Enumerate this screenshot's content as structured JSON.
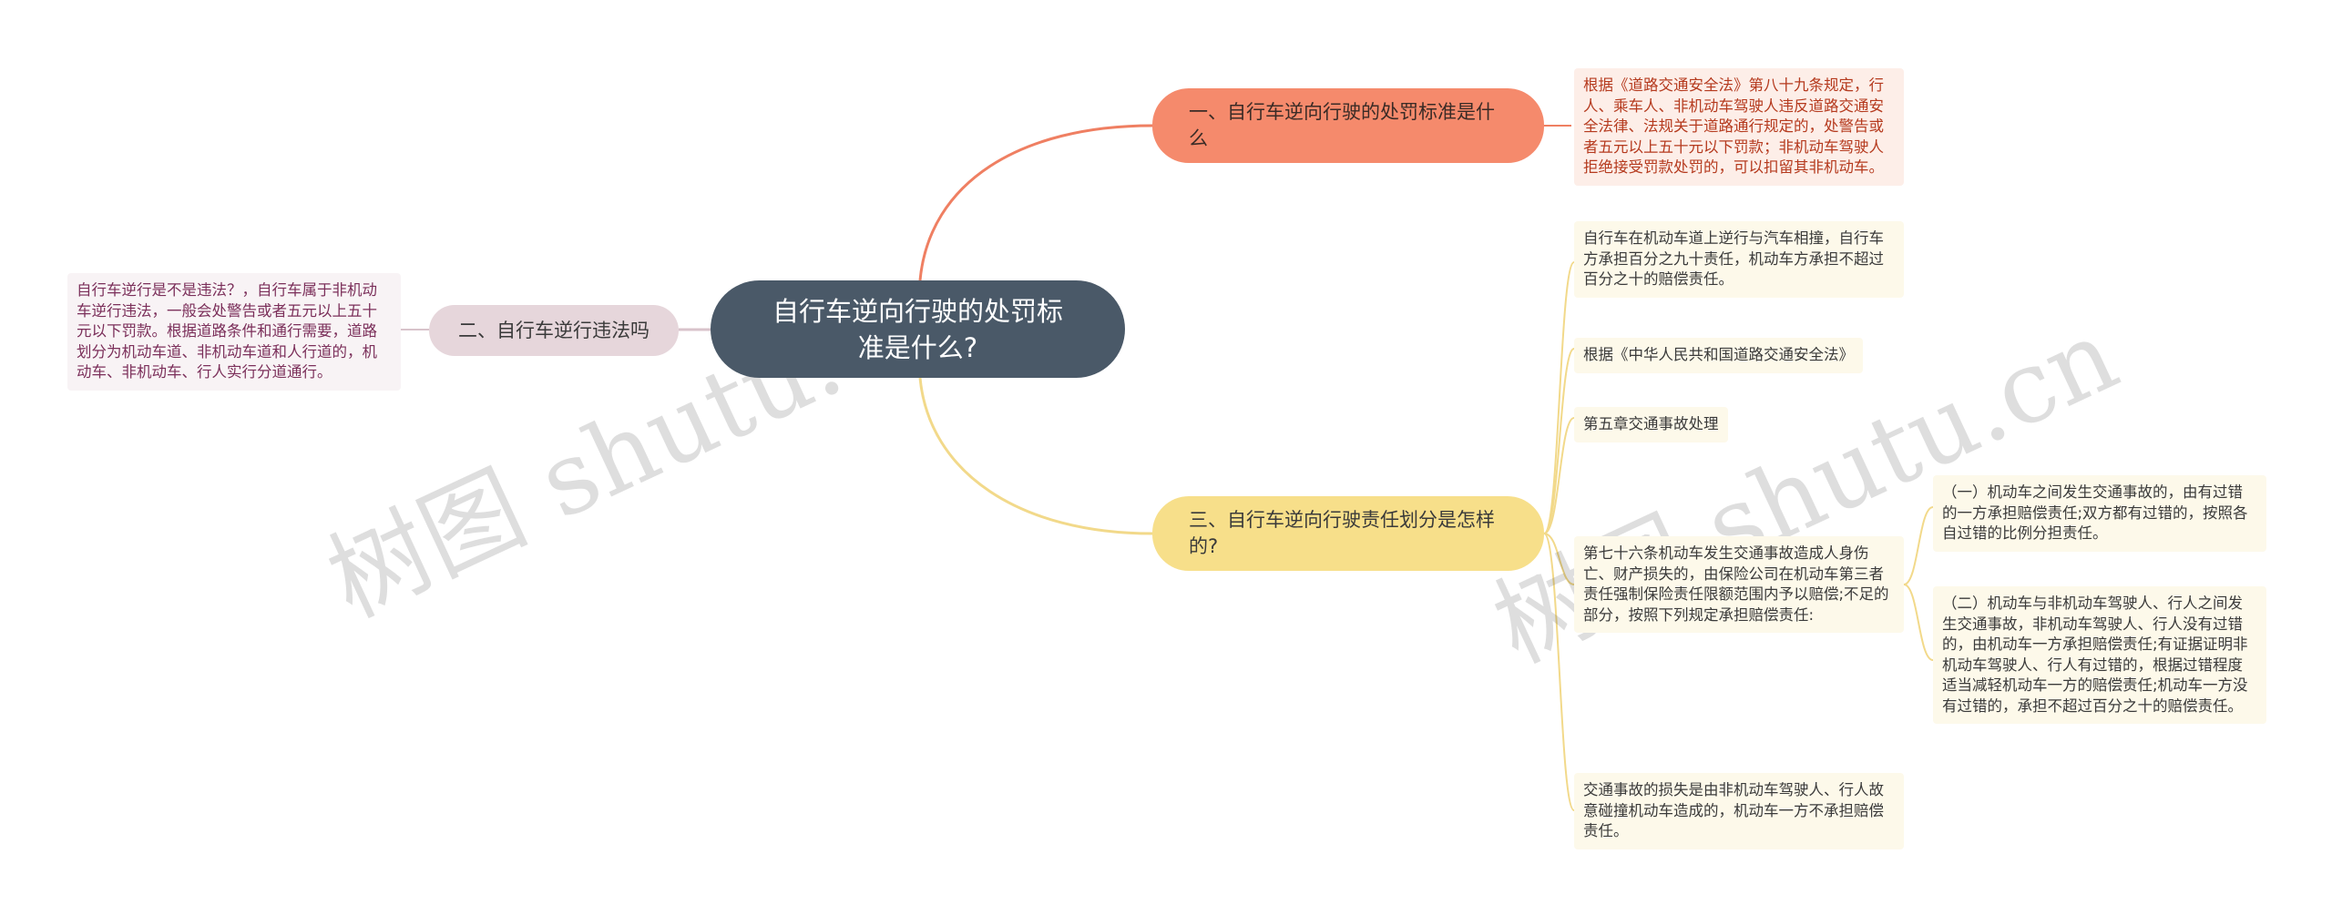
{
  "center": {
    "title": "自行车逆向行驶的处罚标准是什么?"
  },
  "branches": [
    {
      "label": "一、自行车逆向行驶的处罚标准是什么"
    },
    {
      "label": "二、自行车逆行违法吗"
    },
    {
      "label": "三、自行车逆向行驶责任划分是怎样的?"
    }
  ],
  "leaves": {
    "penalty_law": "根据《道路交通安全法》第八十九条规定，行人、乘车人、非机动车驾驶人违反道路交通安全法律、法规关于道路通行规定的，处警告或者五元以上五十元以下罚款；非机动车驾驶人拒绝接受罚款处罚的，可以扣留其非机动车。",
    "violation": "自行车逆行是不是违法？，自行车属于非机动车逆行违法，一般会处警告或者五元以上五十元以下罚款。根据道路条件和通行需要，道路划分为机动车道、非机动车道和人行道的，机动车、非机动车、行人实行分道通行。",
    "liability_1": "自行车在机动车道上逆行与汽车相撞，自行车方承担百分之九十责任，机动车方承担不超过百分之十的赔偿责任。",
    "liability_2": "根据《中华人民共和国道路交通安全法》",
    "liability_3": "第五章交通事故处理",
    "liability_4": "第七十六条机动车发生交通事故造成人身伤亡、财产损失的，由保险公司在机动车第三者责任强制保险责任限额范围内予以赔偿;不足的部分，按照下列规定承担赔偿责任:",
    "liability_4a": "（一）机动车之间发生交通事故的，由有过错的一方承担赔偿责任;双方都有过错的，按照各自过错的比例分担责任。",
    "liability_4b": "（二）机动车与非机动车驾驶人、行人之间发生交通事故，非机动车驾驶人、行人没有过错的，由机动车一方承担赔偿责任;有证据证明非机动车驾驶人、行人有过错的，根据过错程度适当减轻机动车一方的赔偿责任;机动车一方没有过错的，承担不超过百分之十的赔偿责任。",
    "liability_5": "交通事故的损失是由非机动车驾驶人、行人故意碰撞机动车造成的，机动车一方不承担赔偿责任。"
  },
  "watermarks": [
    "树图 shutu.cn",
    "树图 shutu.cn"
  ],
  "colors": {
    "center": "#4a5968",
    "branch1": "#f58a6c",
    "branch2": "#e6d6db",
    "branch3": "#f7df8a",
    "line1": "#ef7f62",
    "line2": "#d8c3cb",
    "line3": "#f2d98a"
  }
}
